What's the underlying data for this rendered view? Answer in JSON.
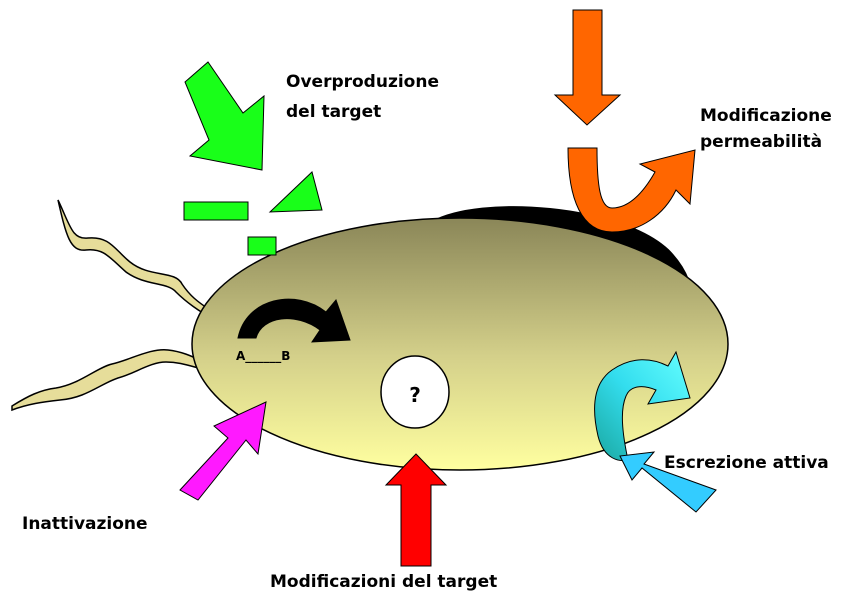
{
  "labels": {
    "overproduction_line1": "Overproduzione",
    "overproduction_line2": "del target",
    "permeability_line1": "Modificazione",
    "permeability_line2": "permeabilità",
    "active_excretion": "Escrezione attiva",
    "inactivation": "Inattivazione",
    "target_modification": "Modificazioni del target",
    "reaction_text": "A______B",
    "unknown_mark": "?"
  },
  "colors": {
    "cell_top": "#8a8658",
    "cell_bottom": "#ffffa0",
    "green": "#19ff19",
    "orange": "#ff6600",
    "magenta": "#ff19ff",
    "red": "#ff0000",
    "cyan": "#33ccff",
    "teal": "#1ab3c0",
    "flagella": "#e6dd9a",
    "black": "#000000"
  },
  "icons": [
    "cell-body-ellipse",
    "flagellum-icon",
    "membrane-cap-icon",
    "reaction-curved-arrow-icon",
    "target-overproduction-arrow-icon",
    "target-shape-icons",
    "permeability-u-arrow-icon",
    "inactivation-arrow-icon",
    "target-modification-arrow-icon",
    "excretion-curved-arrow-icon",
    "excretion-straight-arrow-icon"
  ]
}
